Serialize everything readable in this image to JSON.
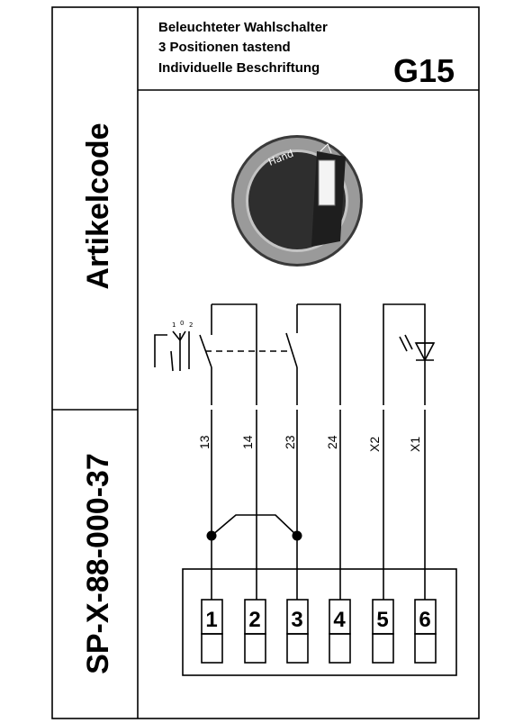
{
  "header": {
    "line1": "Beleuchteter Wahlschalter",
    "line2": "3 Positionen tastend",
    "line3": "Individuelle Beschriftung",
    "code": "G15"
  },
  "sidebar": {
    "top_label": "Artikelcode",
    "bottom_label": "SP-X-88-000-37"
  },
  "knob": {
    "label": "Hand",
    "colors": {
      "ring": "#9a9a9a",
      "body": "#2e2e2e",
      "window": "#f4f4f4"
    }
  },
  "symbol": {
    "positions": [
      "1",
      "0",
      "2"
    ]
  },
  "wires": [
    "13",
    "14",
    "23",
    "24",
    "X2",
    "X1"
  ],
  "terminals": [
    "1",
    "2",
    "3",
    "4",
    "5",
    "6"
  ]
}
